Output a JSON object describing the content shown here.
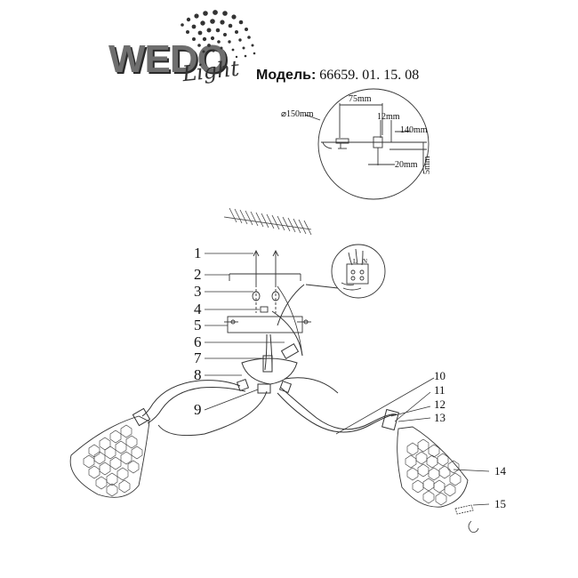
{
  "brand": {
    "name": "WEDO",
    "sub": "Light"
  },
  "model": {
    "label": "Модель:",
    "value": "66659. 01. 15. 08"
  },
  "dimensions": {
    "diameter": "⌀150mm",
    "d75": "75mm",
    "d12": "12mm",
    "d140": "140mm",
    "d20": "20mm",
    "d5": "5mm"
  },
  "callouts": {
    "n1": "1",
    "n2": "2",
    "n3": "3",
    "n4": "4",
    "n5": "5",
    "n6": "6",
    "n7": "7",
    "n8": "8",
    "n9": "9",
    "n10": "10",
    "n11": "11",
    "n12": "12",
    "n13": "13",
    "n14": "14",
    "n15": "15"
  },
  "wiring": {
    "l": "L",
    "n": "N"
  }
}
